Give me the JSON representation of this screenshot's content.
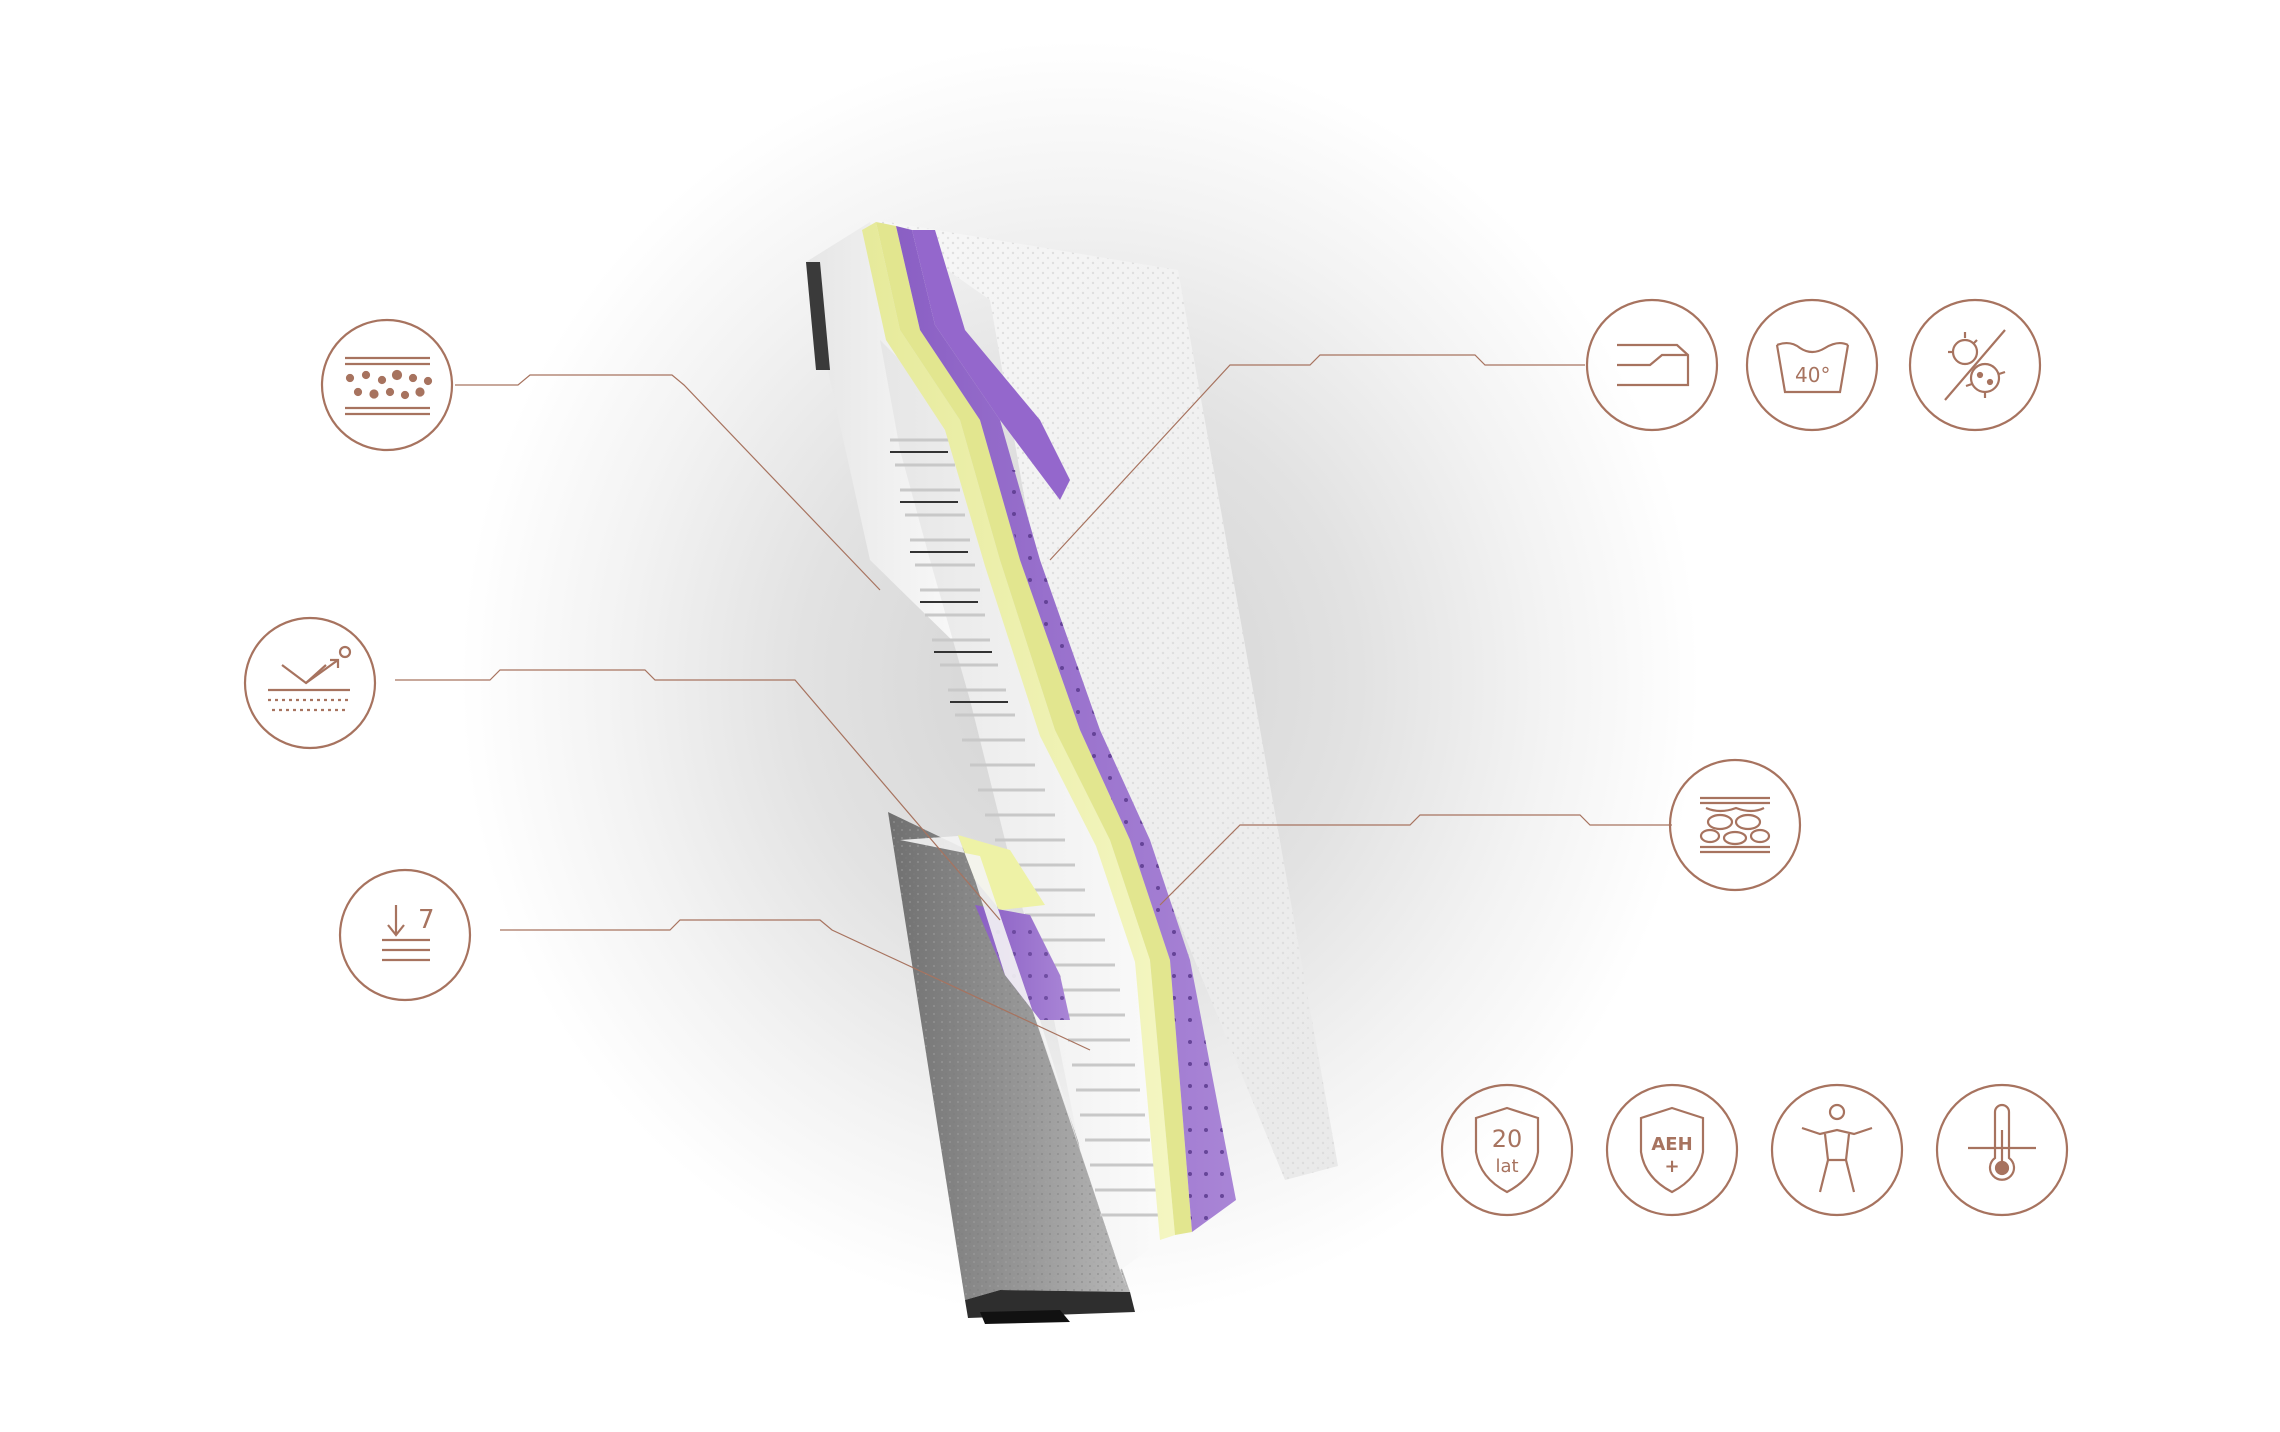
{
  "colors": {
    "accent": "#a7735f",
    "background": "#ffffff",
    "halo": "#dadada",
    "foam_white": "#f1f1f1",
    "foam_shadow": "#d4d4d4",
    "lime_layer": "#eef1ab",
    "lavender_layer": "#9c74cc",
    "grey_cover": "#8d8d8d"
  },
  "features": {
    "temp": {
      "label": "40°"
    },
    "warranty": {
      "line1": "20",
      "line2": "lat"
    },
    "aeh": {
      "label": "AEH",
      "plus": "+"
    },
    "zones": {
      "label": "7"
    }
  },
  "icons": [
    "foam-structure-icon",
    "air-circulation-icon",
    "seven-zone-icon",
    "removable-cover-icon",
    "wash-40-icon",
    "anti-bacterial-icon",
    "pocket-spring-icon",
    "warranty-20-years-icon",
    "aeh-certificate-icon",
    "ergonomic-body-icon",
    "thermo-regulation-icon"
  ]
}
